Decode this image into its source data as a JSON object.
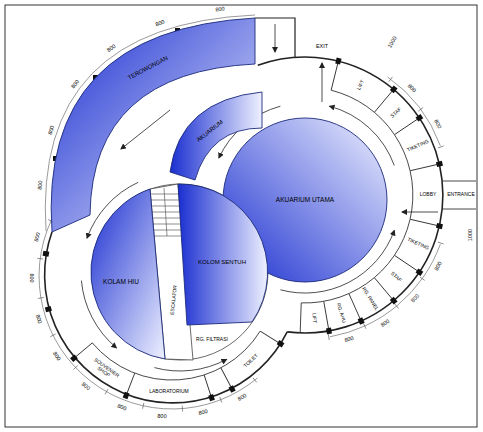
{
  "diagram": {
    "nodes": [
      {
        "text": [
          "TEROWONGAN"
        ]
      },
      {
        "text": [
          "AKUARIUM"
        ]
      },
      {
        "text": [
          "AKUARIUM UTAMA"
        ]
      },
      {
        "text": [
          "KOLOM SENTUH"
        ]
      },
      {
        "text": [
          "KOLAM HIU"
        ]
      }
    ],
    "labels": [
      "EXIT",
      "LIFT",
      "STAF",
      "TIKETING",
      "LOBBY",
      "ENTRANCE",
      "TIKETING",
      "STAF",
      "RG. PANEL",
      "RG. AHU",
      "LIFT",
      "TOILET",
      "LABORATORIUM",
      "SOUVENIER SHOP",
      "ESCALATOR",
      "RG. FILTRASI",
      "800",
      "800",
      "800",
      "800",
      "800",
      "800",
      "800",
      "800",
      "800",
      "800",
      "800",
      "800",
      "800",
      "800",
      "800",
      "800",
      "800",
      "800",
      "800",
      "800",
      "800",
      "1000",
      "1000"
    ]
  }
}
